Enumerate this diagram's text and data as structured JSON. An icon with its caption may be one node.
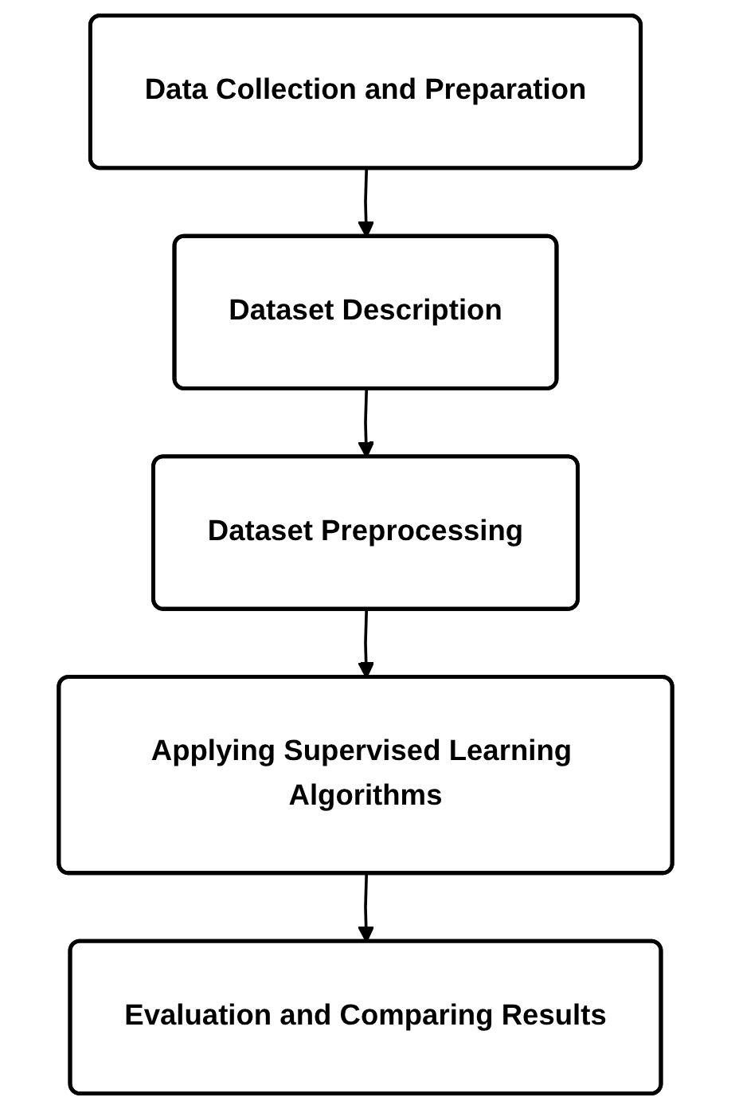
{
  "diagram": {
    "nodes": [
      {
        "text": [
          "Data Collection and Preparation"
        ]
      },
      {
        "text": [
          "Dataset Description"
        ]
      },
      {
        "text": [
          "Dataset Preprocessing"
        ]
      },
      {
        "text": [
          "Applying Supervised Learning Algorithms"
        ]
      },
      {
        "text": [
          "Evaluation and Comparing Results"
        ]
      }
    ],
    "edges": [
      {
        "from": 0,
        "to": 1,
        "arrow": "to"
      },
      {
        "from": 1,
        "to": 2,
        "arrow": "to"
      },
      {
        "from": 2,
        "to": 3,
        "arrow": "to"
      },
      {
        "from": 3,
        "to": 4,
        "arrow": "to"
      }
    ]
  }
}
